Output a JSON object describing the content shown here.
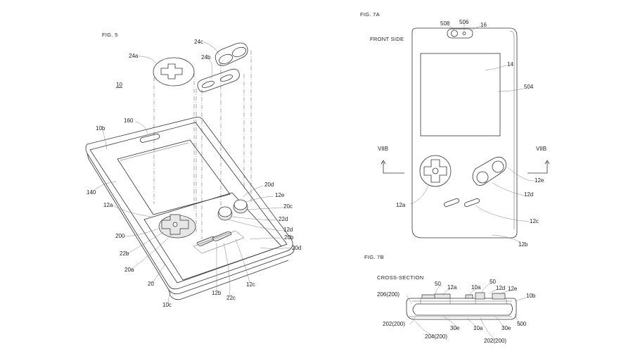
{
  "fig5": {
    "title": "FIG. 5",
    "ref_main": "10",
    "labels": {
      "l24a": "24a",
      "l24b": "24b",
      "l24c": "24c",
      "l160": "160",
      "l10b": "10b",
      "l140": "140",
      "l20d_top": "20d",
      "l12e": "12e",
      "l20c": "20c",
      "l22d": "22d",
      "l12d": "12d",
      "l20b": "20b",
      "l20d_bottom": "20d",
      "l12a": "12a",
      "l200": "200",
      "l22b": "22b",
      "l20a": "20a",
      "l20": "20",
      "l10c": "10c",
      "l12b": "12b",
      "l22c": "22c",
      "l12c": "12c"
    }
  },
  "fig7a": {
    "title": "FIG. 7A",
    "subtitle": "FRONT SIDE",
    "labels": {
      "l508": "508",
      "l506": "506",
      "l16": "16",
      "l14": "14",
      "l504": "504",
      "viib_left": "VIIB",
      "viib_right": "VIIB",
      "l12e": "12e",
      "l12a": "12a",
      "l12d": "12d",
      "l12c": "12c",
      "l12b": "12b"
    }
  },
  "fig7b": {
    "title": "FIG. 7B",
    "subtitle": "CROSS-SECTION",
    "labels": {
      "l50a": "50",
      "l12a": "12a",
      "l10a_top": "10a",
      "l50b": "50",
      "l12d": "12d",
      "l12e": "12e",
      "l10b": "10b",
      "l206": "206(200)",
      "l202_left": "202(200)",
      "l30e_left": "30e",
      "l10a_bottom": "10a",
      "l30e_right": "30e",
      "l500": "500",
      "l204": "204(200)",
      "l202_right": "202(200)"
    }
  }
}
